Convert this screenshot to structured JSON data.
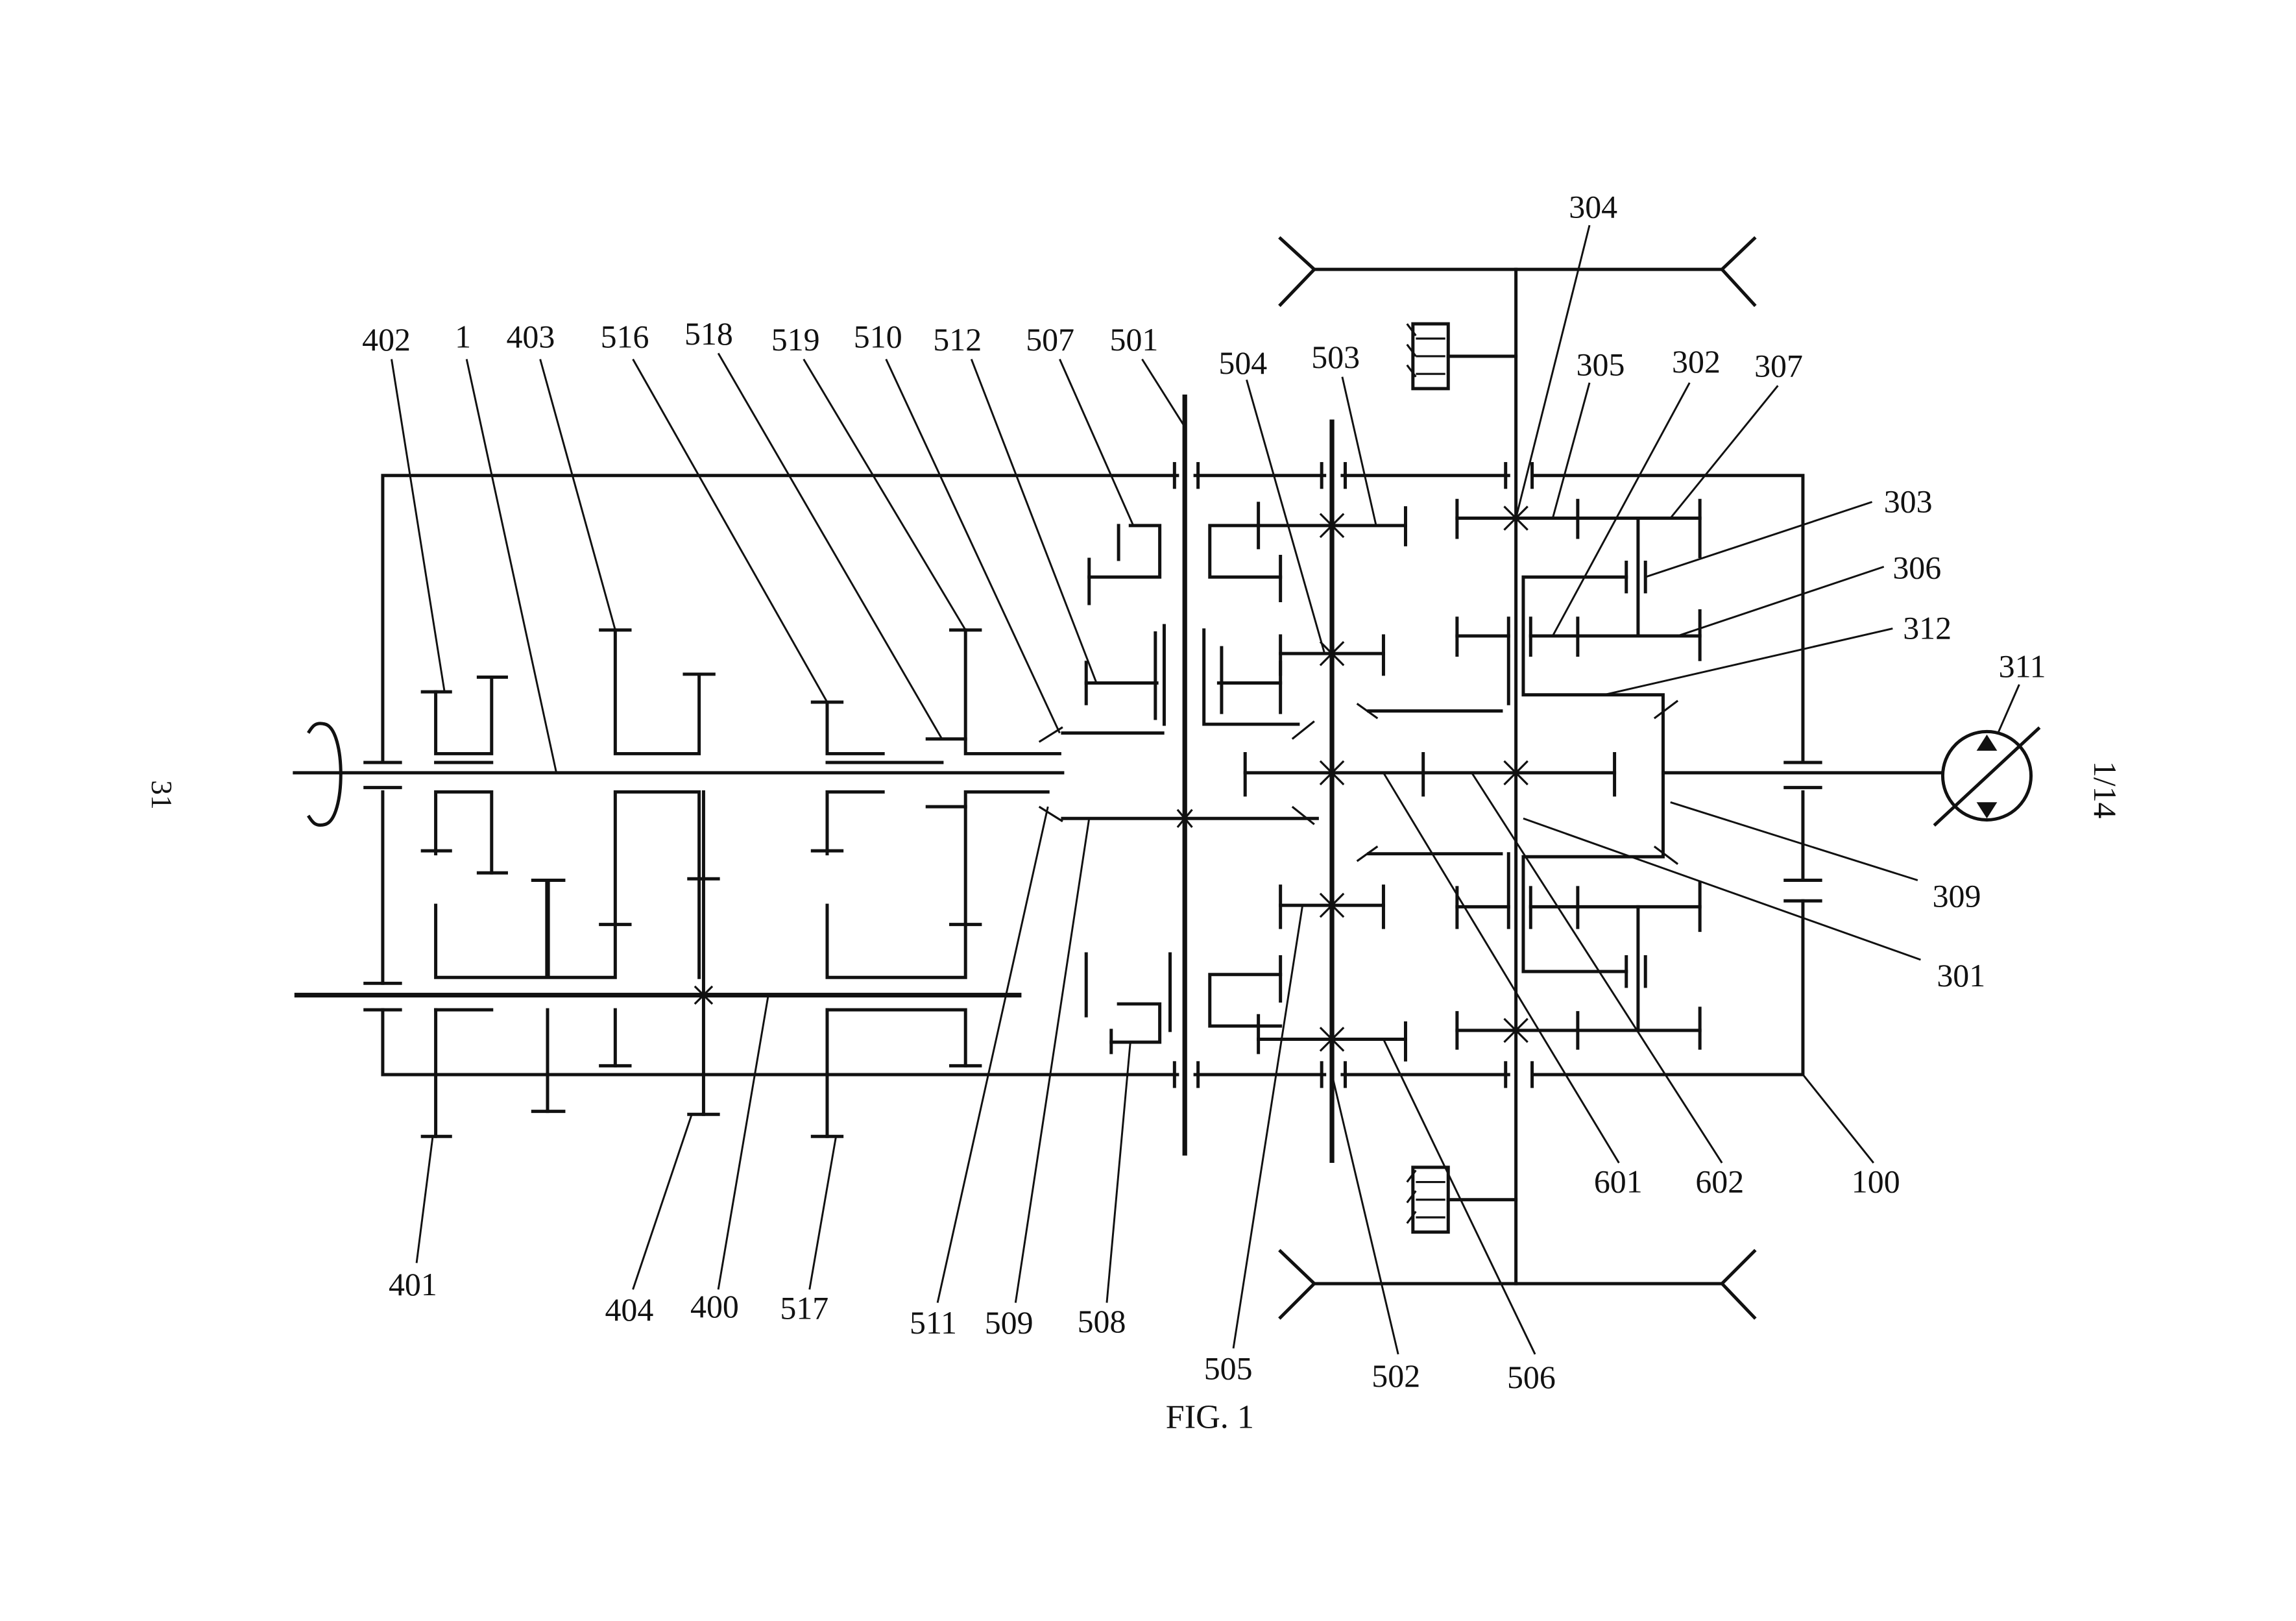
{
  "page": {
    "sheet_number": "31",
    "sheet_of": "1/14",
    "figure_caption": "FIG. 1"
  },
  "labels": {
    "top_left": [
      "402",
      "1",
      "403",
      "516",
      "518",
      "519",
      "510",
      "512",
      "507",
      "501"
    ],
    "top_center": [
      "504",
      "503",
      "304",
      "305",
      "302",
      "307"
    ],
    "right": [
      "303",
      "306",
      "312",
      "311",
      "309",
      "301"
    ],
    "bottom_left": [
      "401",
      "404",
      "400",
      "517",
      "511",
      "509",
      "508"
    ],
    "bottom_center": [
      "505",
      "502",
      "506",
      "601",
      "602",
      "100"
    ]
  },
  "symbols": {
    "input_rotation": "rotation-arrow-icon",
    "hydraulic_unit": "variable-displacement-pump-motor-icon",
    "brake_upper": "brake-ground-icon",
    "brake_lower": "brake-ground-icon"
  }
}
